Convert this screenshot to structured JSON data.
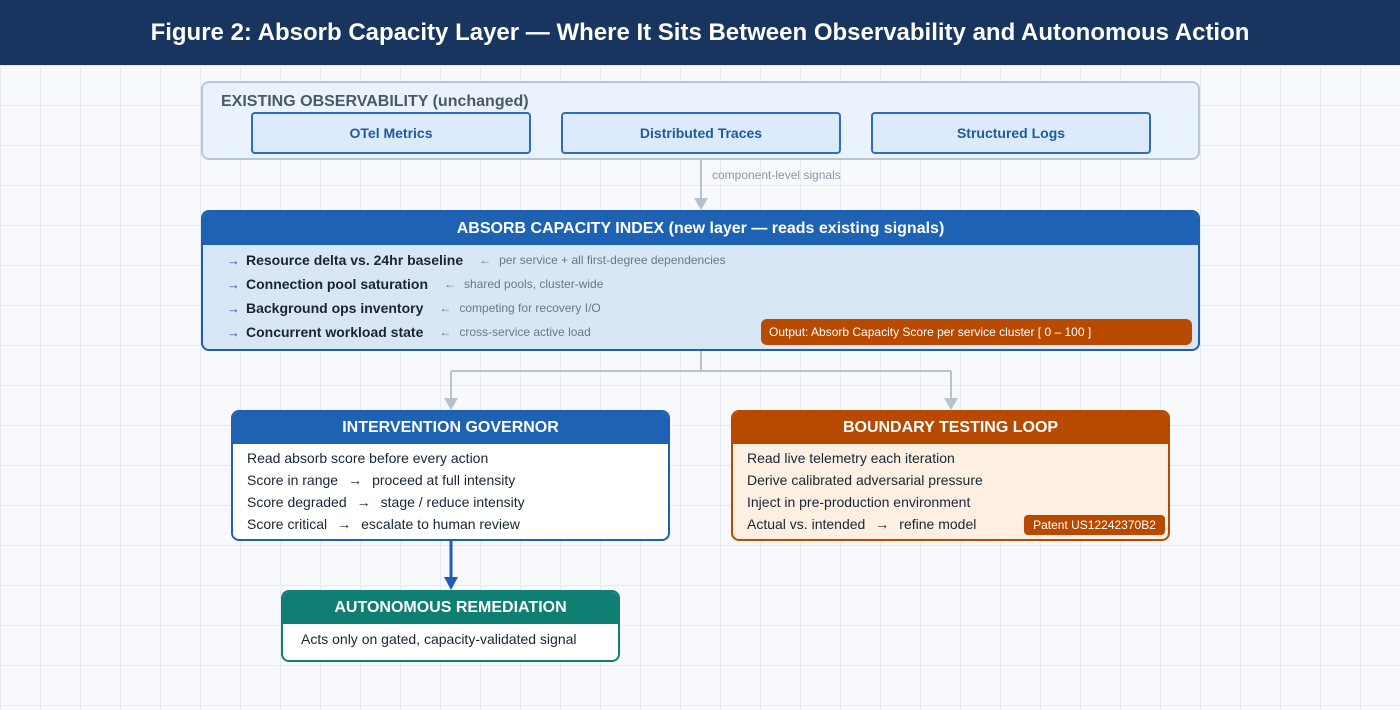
{
  "title": "Figure 2: Absorb Capacity Layer — Where It Sits Between Observability and Autonomous Action",
  "observability": {
    "label": "EXISTING OBSERVABILITY  (unchanged)",
    "chips": [
      "OTel Metrics",
      "Distributed Traces",
      "Structured Logs"
    ]
  },
  "signal_label": "component-level signals",
  "absorb_index": {
    "title": "ABSORB CAPACITY INDEX  (new layer — reads existing signals)",
    "arrow": "→",
    "back_arrow": "←",
    "rows": [
      {
        "label": "Resource delta vs. 24hr baseline",
        "note": "per service + all first-degree dependencies"
      },
      {
        "label": "Connection pool saturation",
        "note": "shared pools, cluster-wide"
      },
      {
        "label": "Background ops inventory",
        "note": "competing for recovery I/O"
      },
      {
        "label": "Concurrent workload state",
        "note": "cross-service active load"
      }
    ],
    "output": "Output: Absorb Capacity Score per service cluster  [ 0 – 100 ]"
  },
  "governor": {
    "title": "INTERVENTION GOVERNOR",
    "line1": "Read absorb score before every action",
    "rows": [
      {
        "left": "Score in range",
        "right": "proceed at full intensity"
      },
      {
        "left": "Score degraded",
        "right": "stage / reduce intensity"
      },
      {
        "left": "Score critical",
        "right": "escalate to human review"
      }
    ]
  },
  "boundary": {
    "title": "BOUNDARY TESTING LOOP",
    "lines": [
      "Read live telemetry each iteration",
      "Derive calibrated adversarial pressure",
      "Inject in pre-production environment"
    ],
    "last": {
      "left": "Actual vs. intended",
      "right": "refine model"
    },
    "patent": "Patent US12242370B2"
  },
  "remediation": {
    "title": "AUTONOMOUS REMEDIATION",
    "line": "Acts only on gated, capacity-validated signal"
  },
  "colors": {
    "navy": "#17355f",
    "blue": "#1e62b3",
    "orange": "#b84a00",
    "teal": "#0f7f74",
    "connector_gray": "#b7c2cf"
  }
}
